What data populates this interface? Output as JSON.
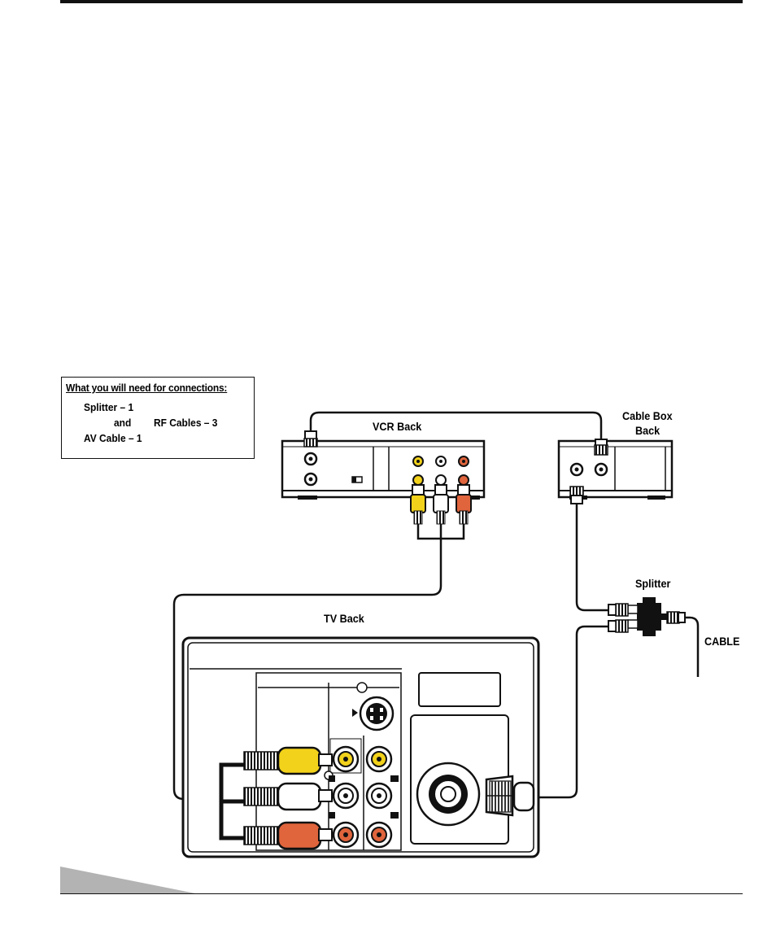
{
  "needs_box": {
    "heading": "What you will need for connections:",
    "line1": "Splitter – 1",
    "and": "and",
    "line2": "RF Cables – 3",
    "line3": "AV Cable – 1"
  },
  "labels": {
    "vcr_back": "VCR Back",
    "cable_box_back_1": "Cable Box",
    "cable_box_back_2": "Back",
    "splitter": "Splitter",
    "tv_back": "TV Back",
    "cable": "CABLE"
  },
  "colors": {
    "video_yellow": "#f2d21b",
    "audio_white": "#ffffff",
    "audio_red": "#e0643c",
    "line": "#111111",
    "footer_wedge": "#b3b3b3"
  }
}
